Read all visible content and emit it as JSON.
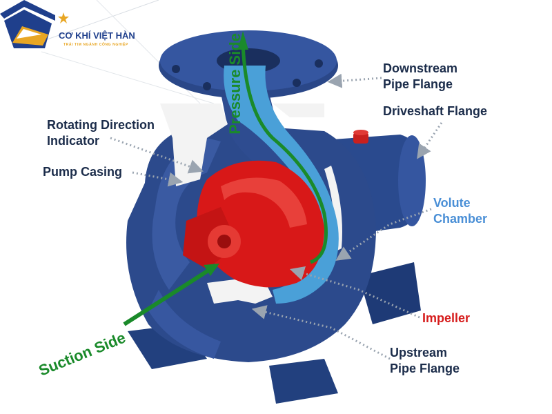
{
  "brand": {
    "name": "CƠ KHÍ VIỆT HÀN",
    "tagline": "TRÁI TIM NGÀNH CÔNG NGHIỆP"
  },
  "labels": {
    "pressure_side": "Pressure Side",
    "downstream_flange": [
      "Downstream",
      "Pipe Flange"
    ],
    "driveshaft_flange": "Driveshaft Flange",
    "rotating_direction": [
      "Rotating Direction",
      "Indicator"
    ],
    "pump_casing": "Pump Casing",
    "volute_chamber": [
      "Volute",
      "Chamber"
    ],
    "impeller": "Impeller",
    "upstream_flange": [
      "Upstream",
      "Pipe Flange"
    ],
    "suction_side": "Suction Side"
  },
  "colors": {
    "label_text": "#1b2c4a",
    "volute_label": "#4a8fd6",
    "impeller_label": "#d61c1c",
    "flow_arrow": "#1a8a2a",
    "casing": "#2c4a8c",
    "impeller": "#d81818",
    "volute_passage": "#4aa0d8",
    "brand_blue": "#1f3f8c",
    "brand_gold": "#e8a623"
  }
}
